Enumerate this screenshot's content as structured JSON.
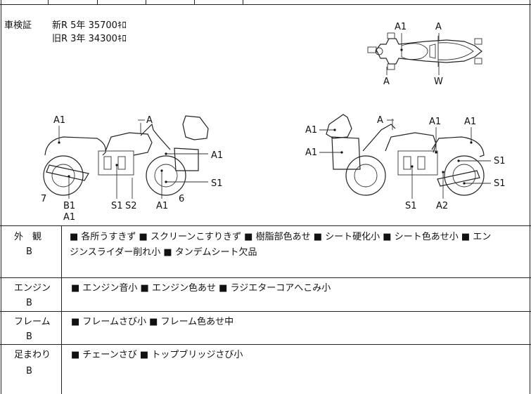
{
  "inspection": {
    "label": "車検証",
    "new_line": "新R  5年  35700ｷﾛ",
    "old_line": "旧R  3年  34300ｷﾛ"
  },
  "top_view_labels": [
    "A1",
    "A",
    "A",
    "W"
  ],
  "left_view_labels": [
    "A1",
    "A",
    "A1",
    "S1",
    "7",
    "B1",
    "A1",
    "S1",
    "S2",
    "A1",
    "6"
  ],
  "right_view_labels": [
    "A",
    "A1",
    "A1",
    "A1",
    "A1",
    "S1",
    "S1",
    "S1",
    "A2"
  ],
  "sections": [
    {
      "label": "外　観",
      "grade": "B",
      "text_line1": "■ 各所うすきず ■ スクリーンこすりきず ■ 樹脂部色あせ ■ シート硬化小 ■ シート色あせ小 ■ エン",
      "text_line2": "ジンスライダー削れ小 ■ タンデムシート欠品"
    },
    {
      "label": "エンジン",
      "grade": "B",
      "text_line1": "■ エンジン音小 ■ エンジン色あせ ■ ラジエターコアへこみ小"
    },
    {
      "label": "フレーム",
      "grade": "B",
      "text_line1": "■ フレームさび小 ■ フレーム色あせ中"
    },
    {
      "label": "足まわり",
      "grade": "B",
      "text_line1": "■ チェーンさび ■ トップブリッジさび小"
    }
  ]
}
